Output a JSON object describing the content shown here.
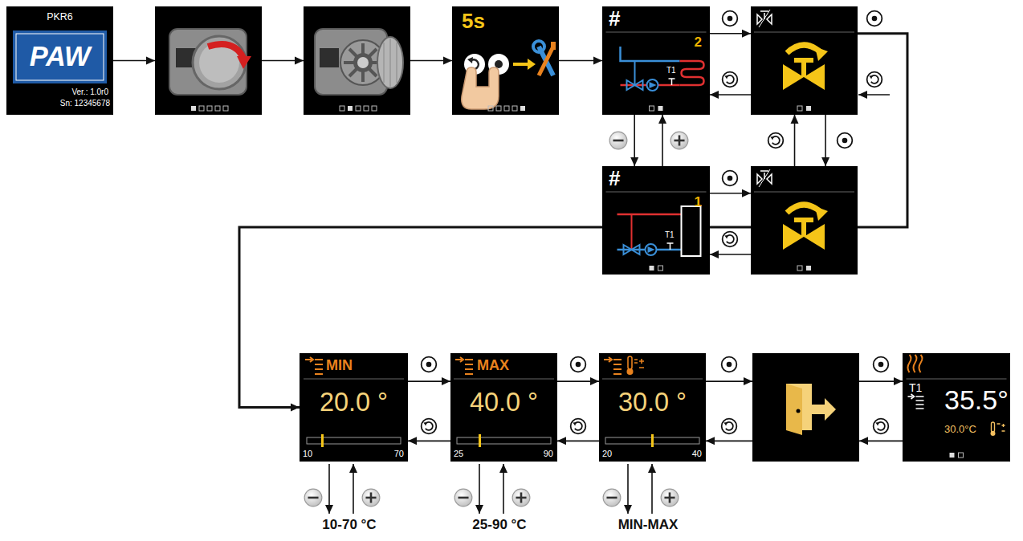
{
  "diagram": {
    "nodes": [
      {
        "text": [
          "PKR6",
          "PAW",
          "Ver.: 1.0r0",
          "Sn: 12345678"
        ]
      },
      {
        "text": []
      },
      {
        "text": []
      },
      {
        "text": [
          "5s"
        ]
      },
      {
        "text": [
          "#",
          "2",
          "T1"
        ]
      },
      {
        "text": []
      },
      {
        "text": [
          "#",
          "1",
          "T1"
        ]
      },
      {
        "text": []
      },
      {
        "text": [
          "MIN",
          "20.0 °",
          "10",
          "70"
        ]
      },
      {
        "text": [
          "MAX",
          "40.0 °",
          "25",
          "90"
        ]
      },
      {
        "text": [
          "30.0 °",
          "20",
          "40"
        ]
      },
      {
        "text": []
      },
      {
        "text": [
          "T1",
          "35.5°",
          "30.0°C"
        ]
      }
    ],
    "edges": [
      {
        "from": 0,
        "to": 1,
        "arrow": "to"
      },
      {
        "from": 1,
        "to": 2,
        "arrow": "to"
      },
      {
        "from": 2,
        "to": 3,
        "arrow": "to"
      },
      {
        "from": 3,
        "to": 4,
        "arrow": "to"
      },
      {
        "from": 4,
        "to": 5,
        "arrow": "to"
      },
      {
        "from": 5,
        "to": 4,
        "arrow": "to"
      },
      {
        "from": 4,
        "to": 6,
        "arrow": "to"
      },
      {
        "from": 6,
        "to": 4,
        "arrow": "to"
      },
      {
        "from": 6,
        "to": 7,
        "arrow": "to"
      },
      {
        "from": 7,
        "to": 6,
        "arrow": "to"
      },
      {
        "from": 5,
        "to": 7,
        "arrow": "to"
      },
      {
        "from": 7,
        "to": 5,
        "arrow": "to"
      },
      {
        "from": 5,
        "to": 8,
        "arrow": "to"
      },
      {
        "from": 8,
        "to": 9,
        "arrow": "to"
      },
      {
        "from": 9,
        "to": 8,
        "arrow": "to"
      },
      {
        "from": 9,
        "to": 10,
        "arrow": "to"
      },
      {
        "from": 10,
        "to": 9,
        "arrow": "to"
      },
      {
        "from": 10,
        "to": 11,
        "arrow": "to"
      },
      {
        "from": 11,
        "to": 10,
        "arrow": "to"
      },
      {
        "from": 11,
        "to": 12,
        "arrow": "to"
      },
      {
        "from": 12,
        "to": 11,
        "arrow": "to"
      }
    ],
    "labels": [
      "10-70 °C",
      "25-90 °C",
      "MIN-MAX"
    ]
  }
}
